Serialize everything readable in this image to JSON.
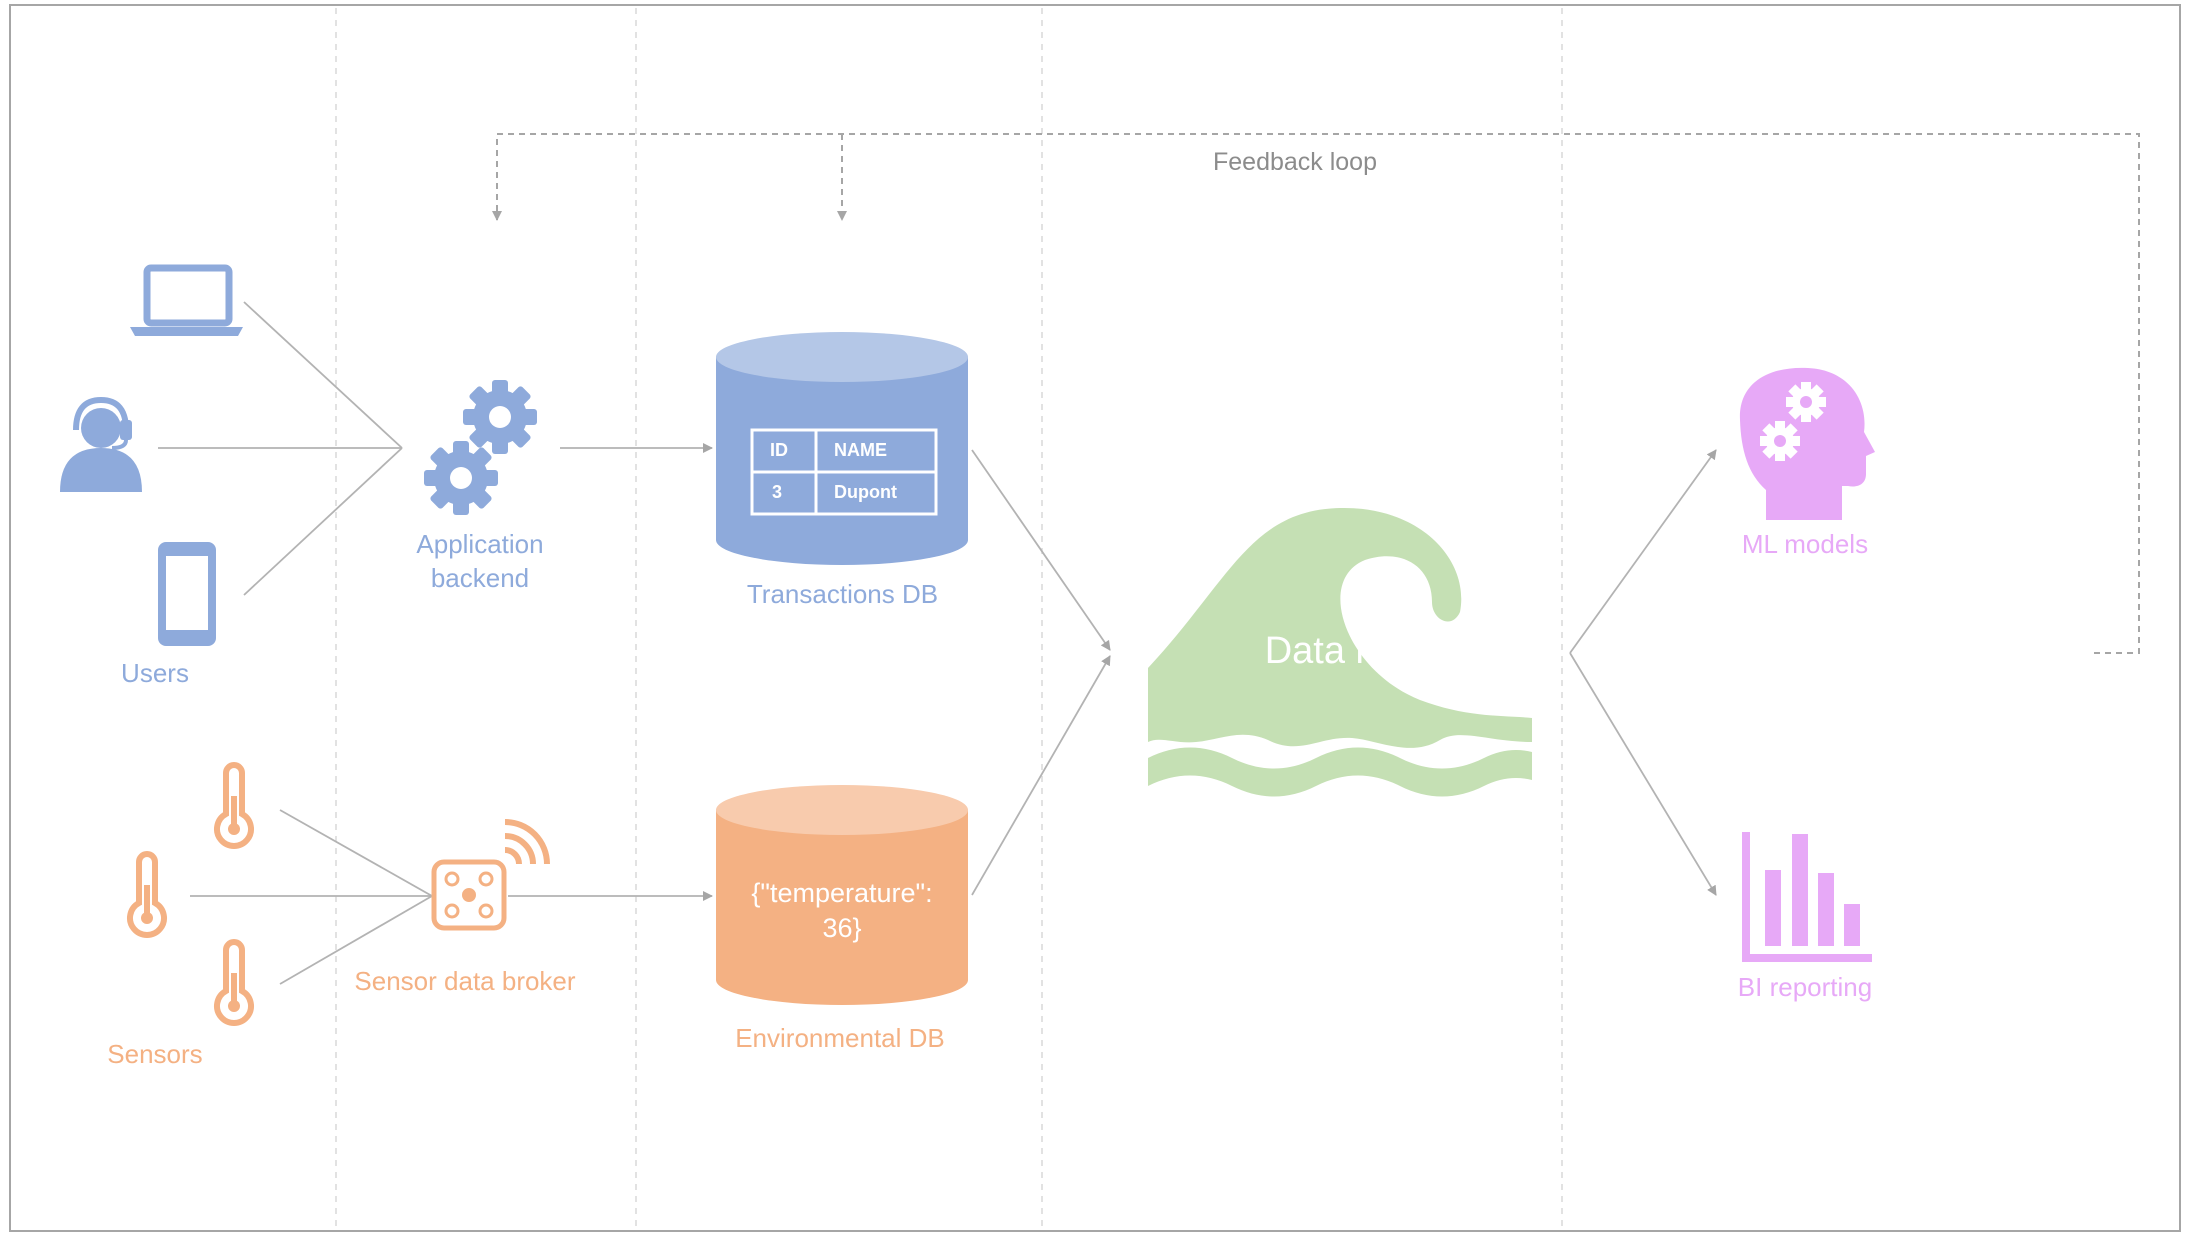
{
  "feedback_loop_label": "Feedback loop",
  "users": {
    "label": "Users"
  },
  "sensors": {
    "label": "Sensors"
  },
  "app_backend": {
    "label": "Application\nbackend"
  },
  "sensor_broker": {
    "label": "Sensor data broker"
  },
  "transactions_db": {
    "label": "Transactions DB",
    "table": {
      "headers": [
        "ID",
        "NAME"
      ],
      "row": [
        "3",
        "Dupont"
      ]
    }
  },
  "environmental_db": {
    "label": "Environmental DB",
    "content": "{\"temperature\":\n36}"
  },
  "data_lake": {
    "label": "Data lake"
  },
  "ml_models": {
    "label": "ML models"
  },
  "bi_reporting": {
    "label": "BI reporting"
  },
  "colors": {
    "blue": "#8eaadb",
    "blue_light": "#b4c7e7",
    "orange": "#f4b183",
    "orange_light": "#f8cbad",
    "green": "#c5e0b4",
    "pink": "#e7a9f7",
    "gray_line": "#bfbfbf",
    "gray_text": "#8c8c8c"
  }
}
